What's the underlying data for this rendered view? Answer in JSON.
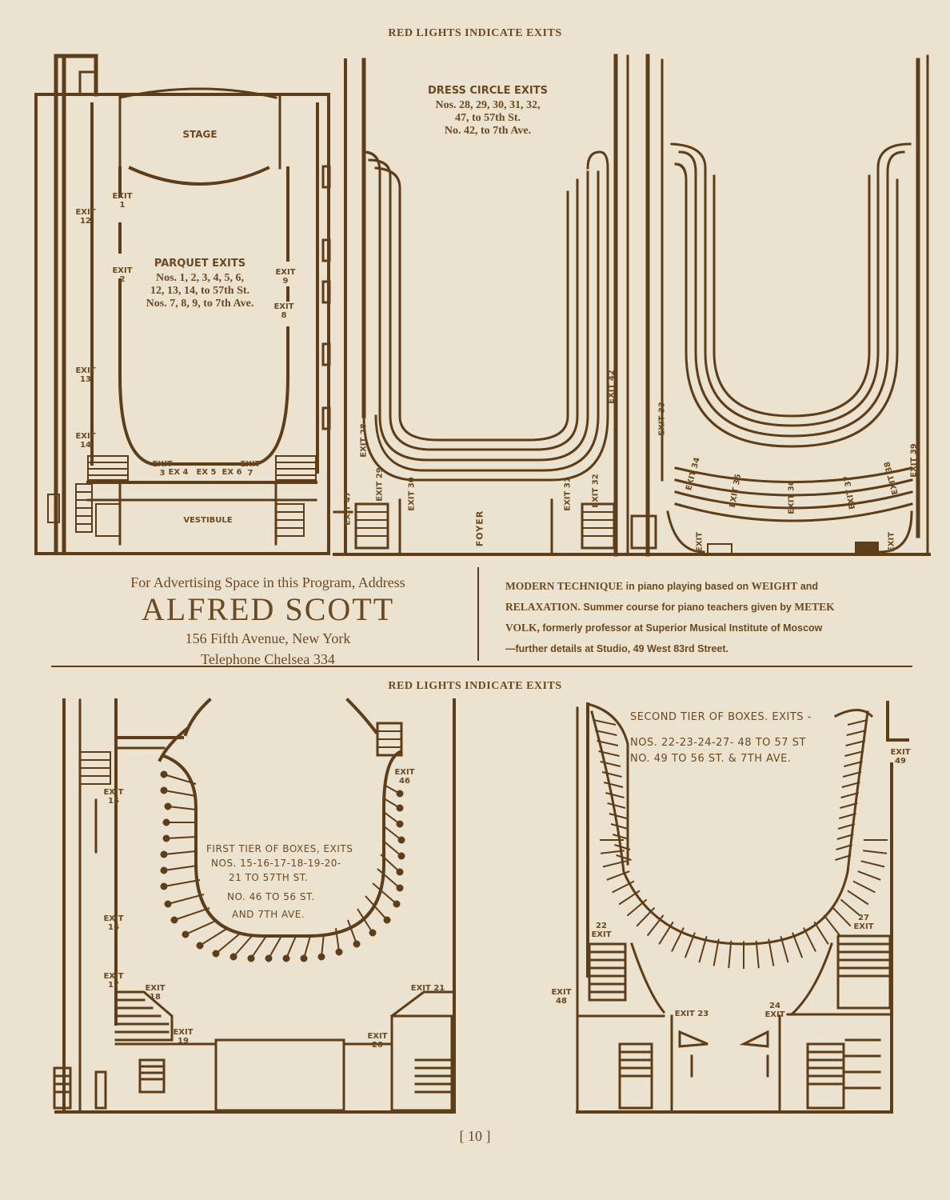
{
  "top_header": "RED LIGHTS INDICATE EXITS",
  "bottom_header": "RED LIGHTS INDICATE EXITS",
  "parquet": {
    "stage": "STAGE",
    "vestibule": "VESTIBULE",
    "title": "PARQUET EXITS",
    "line1": "Nos. 1, 2, 3, 4, 5, 6,",
    "line2": "12, 13, 14, to 57th St.",
    "line3": "Nos. 7, 8, 9, to 7th Ave.",
    "exits": {
      "e1": "EXIT 1",
      "e2": "EXIT 2",
      "e3": "EXIT 3",
      "e4": "EX 4",
      "e5": "EX 5",
      "e6": "EX 6",
      "e7": "EXIT 7",
      "e8": "EXIT 8",
      "e9": "EXIT 9",
      "e12": "EXIT 12",
      "e13": "EXIT 13",
      "e14": "EXIT 14"
    }
  },
  "dress_circle": {
    "title": "DRESS CIRCLE EXITS",
    "line1": "Nos. 28, 29, 30, 31, 32,",
    "line2": "47, to 57th St.",
    "line3": "No. 42, to 7th Ave.",
    "foyer": "FOYER",
    "exits": {
      "e28": "EXIT 28",
      "e29": "EXIT 29",
      "e30": "EXIT 30",
      "e31": "EXIT 31",
      "e32": "EXIT 32",
      "e42": "EXIT 42",
      "e47": "EXIT 47"
    }
  },
  "balcony": {
    "exits": {
      "e33": "EXIT 33",
      "e34": "EXIT 34",
      "e35": "EXIT 35",
      "e36": "EXIT 36",
      "e37": "EXIT 37",
      "e38": "EXIT 38",
      "e39": "EXIT 39",
      "ea": "EXIT",
      "eb": "EXIT"
    }
  },
  "ad_scott": {
    "line1": "For Advertising Space in this Program, Address",
    "name": "ALFRED SCOTT",
    "address": "156 Fifth Avenue, New York",
    "phone": "Telephone Chelsea 334"
  },
  "ad_volk": {
    "p1": "MODERN TECHNIQUE",
    "p2": " in piano playing based on ",
    "p3": "WEIGHT",
    "p4": " and",
    "p5": "RELAXATION.",
    "p6": " Summer course for piano teachers given by ",
    "p7": "METEK",
    "p8": "VOLK,",
    "p9": " formerly professor at Superior Musical Institute of Moscow",
    "p10": "—further details at Studio, 49 West 83rd Street."
  },
  "first_tier": {
    "line1": "FIRST TIER OF BOXES, EXITS",
    "line2": "NOS. 15-16-17-18-19-20-",
    "line3": "21 TO 57TH ST.",
    "line4": "NO. 46 TO 56 ST.",
    "line5": "AND 7TH AVE.",
    "exits": {
      "e15": "EXIT 15",
      "e16": "EXIT 16",
      "e17": "EXIT 17",
      "e18": "EXIT 18",
      "e19": "EXIT 19",
      "e20": "EXIT 20",
      "e21": "EXIT 21",
      "e46": "EXIT 46"
    }
  },
  "second_tier": {
    "line1": "SECOND TIER OF BOXES. EXITS -",
    "line2": "NOS. 22-23-24-27- 48 TO 57 ST",
    "line3": "NO. 49 TO 56 ST. & 7TH AVE.",
    "exits": {
      "e22": "22 EXIT",
      "e23": "EXIT 23",
      "e24": "24 EXIT",
      "e27": "27 EXIT",
      "e48": "EXIT 48",
      "e49": "EXIT 49"
    }
  },
  "page_number": "[ 10 ]"
}
